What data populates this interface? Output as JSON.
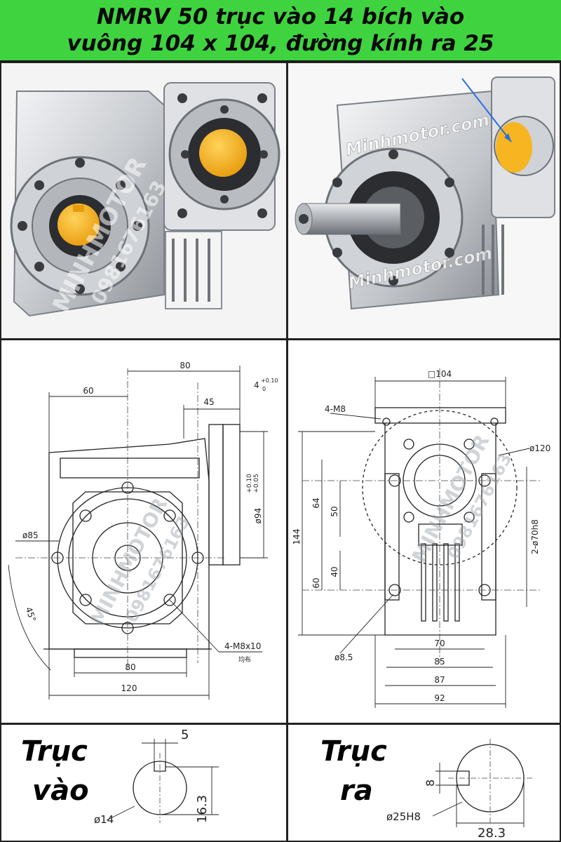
{
  "title": {
    "line1": "NMRV 50 trục vào 14 bích vào",
    "line2": "vuông 104 x 104, đường kính ra 25"
  },
  "watermarks": {
    "site": "Minhmotor.com",
    "brand": "MINHMOTOR",
    "phone": "0981676163"
  },
  "colors": {
    "banner": "#3fd43f",
    "cap": "#f7b521",
    "housing": "#d7d9dc",
    "arrow": "#2a6fe0"
  },
  "side_view": {
    "dims": {
      "top_80": "80",
      "left_60": "60",
      "tol": "4",
      "tol_plus": "+0.10",
      "tol_zero": "0",
      "d45": "45",
      "phi85": "ø85",
      "phi94": "ø94",
      "phi94_tol1": "+0.10",
      "phi94_tol2": "+0.05",
      "angle": "45°",
      "bolt": "4-M8x10",
      "bolt_note": "均布",
      "bot_80": "80",
      "bot_120": "120"
    }
  },
  "front_view": {
    "dims": {
      "sq104": "□104",
      "m8": "4-M8",
      "phi120": "ø120",
      "h144": "144",
      "h64": "64",
      "h50": "50",
      "h60": "60",
      "h40": "40",
      "phi70": "2-ø70h8",
      "w70": "70",
      "w85": "85",
      "w87": "87",
      "w92": "92",
      "phi85": "ø8.5"
    }
  },
  "input_shaft": {
    "label_line1": "Trục",
    "label_line2": "vào",
    "key_width": "5",
    "diameter": "ø14",
    "height": "16.3"
  },
  "output_shaft": {
    "label_line1": "Trục",
    "label_line2": "ra",
    "key_width": "8",
    "diameter": "ø25H8",
    "height": "28.3"
  }
}
